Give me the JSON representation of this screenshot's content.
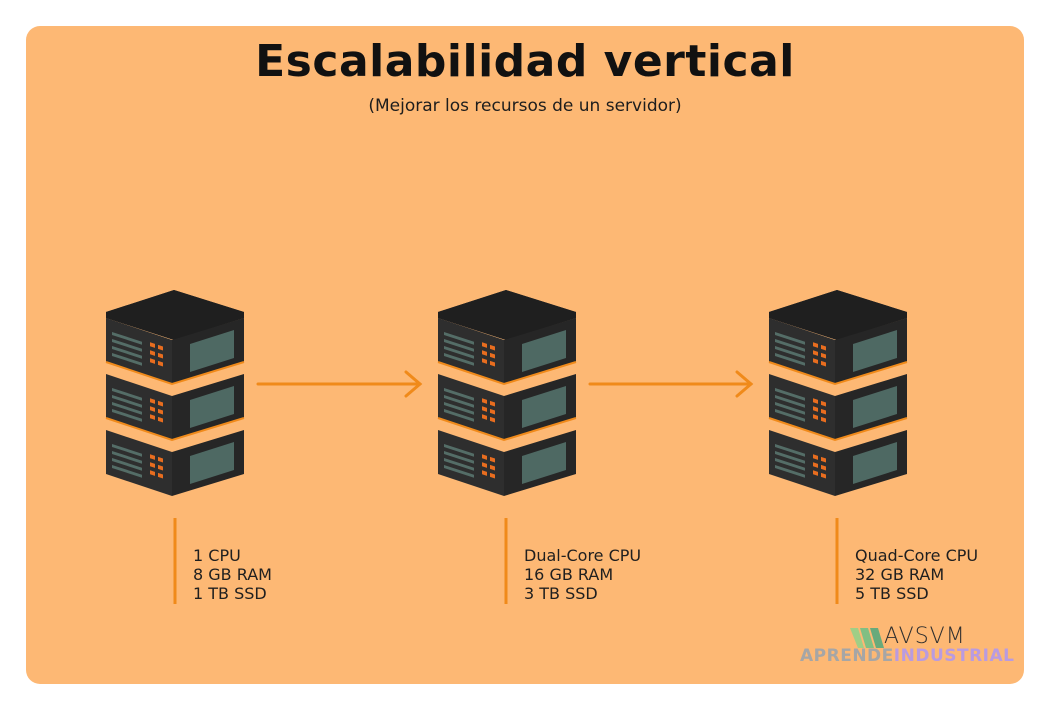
{
  "title": "Escalabilidad vertical",
  "subtitle": "(Mejorar los recursos de un servidor)",
  "colors": {
    "background": "#fdb874",
    "accent": "#f08a1a",
    "server_body": "#2b2b2b",
    "server_top": "#222222",
    "screen": "#4e6963"
  },
  "icons": [
    "server-stack-icon",
    "arrow-right-icon"
  ],
  "servers": [
    {
      "name": "server-1",
      "specs": [
        "1 CPU",
        "8 GB RAM",
        "1 TB SSD"
      ]
    },
    {
      "name": "server-2",
      "specs": [
        "Dual-Core CPU",
        "16 GB RAM",
        "3 TB SSD"
      ]
    },
    {
      "name": "server-3",
      "specs": [
        "Quad-Core CPU",
        "32 GB RAM",
        "5 TB SSD"
      ]
    }
  ],
  "branding": {
    "logo_text": "AVSVM",
    "watermark_part1": "APRENDE",
    "watermark_part2": "INDUSTRIAL"
  }
}
